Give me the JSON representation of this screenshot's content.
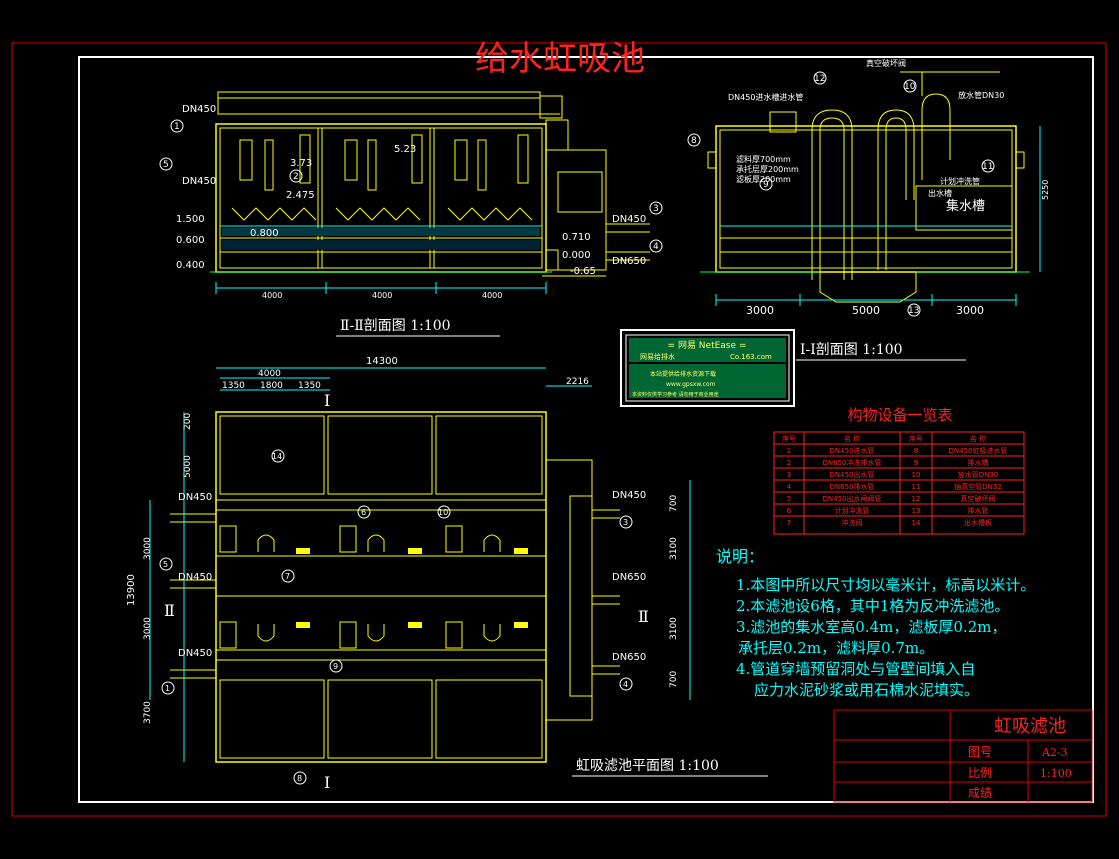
{
  "drawing": {
    "main_title": "给水虹吸池",
    "colors": {
      "background": "#000000",
      "frame": "#ffffff",
      "outer_border": "#e00000",
      "structure": "#ffff00",
      "dimension": "#00ffff",
      "annotation": "#ffffff",
      "table": "#ff2020",
      "notes": "#00ffff",
      "title_red": "#ff2020"
    }
  },
  "section_2": {
    "caption": "Ⅱ-Ⅱ剖面图  1:100",
    "pipe_labels": {
      "top_left": "DN450",
      "mid_left": "DN450",
      "right_a": "DN450",
      "right_b": "DN650"
    },
    "elevations": {
      "e1": "3.73",
      "e2": "5.23",
      "e3": "2.475",
      "e4": "1.500",
      "e5": "0.600",
      "e6": "0.800",
      "e7": "0.400",
      "e8": "0.710",
      "e9": "0.000",
      "e10": "-0.65"
    },
    "spans": [
      "4000",
      "4000",
      "4000"
    ],
    "callouts": [
      "1",
      "2",
      "5",
      "3",
      "4"
    ]
  },
  "section_1": {
    "caption": "Ⅰ-Ⅰ剖面图  1:100",
    "labels": {
      "inlet_pipe": "DN450进水槽进水管",
      "vacuum_valve": "真空破坏阀",
      "drain": "放水管DN30",
      "layer1": "滤料厚700mm",
      "layer2": "承托层厚200mm",
      "layer3": "滤板厚200mm",
      "siphon": "计划冲洗管",
      "outlet": "出水槽",
      "tank": "集水槽",
      "height": "5250"
    },
    "spans": [
      "3000",
      "5000",
      "3000"
    ],
    "callouts": [
      "8",
      "12",
      "10",
      "11",
      "9",
      "13"
    ]
  },
  "plan": {
    "caption": "虹吸滤池平面图  1:100",
    "top_dims": {
      "total": "14300",
      "cell": "4000",
      "d1": "1350",
      "d2": "1800",
      "d3": "1350",
      "offset": "2216"
    },
    "left_dims": {
      "total": "13900",
      "a": "200",
      "b": "5000",
      "c": "3000",
      "d": "3000",
      "e": "3700"
    },
    "right_dims": {
      "a": "700",
      "b": "3100",
      "c": "3100",
      "d": "700"
    },
    "pipes": {
      "l1": "DN450",
      "l2": "DN450",
      "l3": "DN450",
      "r1": "DN450",
      "r2": "DN650",
      "r3": "DN650"
    },
    "section_marks": {
      "top": "I",
      "bottom": "I",
      "left": "Ⅱ",
      "right": "Ⅱ"
    },
    "callouts": [
      "14",
      "6",
      "10",
      "7",
      "9",
      "8",
      "1",
      "5",
      "3",
      "4"
    ]
  },
  "stamp": {
    "line1": "= 网易 NetEase =",
    "line2": "网易给排水",
    "line3": "Co.163.com",
    "line4": "本站提供给排水资源下载",
    "line5": "www.gpsxw.com",
    "line6": "本资料仅供学习参考 请勿用于商业用途"
  },
  "equipment_table": {
    "title": "构物设备一览表",
    "headers": [
      "序号",
      "名  称",
      "序号",
      "名  称"
    ],
    "rows": [
      [
        "1",
        "DN450进水管",
        "8",
        "DN450虹吸进水管"
      ],
      [
        "2",
        "DN650冲洗排水管",
        "9",
        "排水槽"
      ],
      [
        "3",
        "DN450出水管",
        "10",
        "放水管DN30"
      ],
      [
        "4",
        "DN650排水管",
        "11",
        "抽真空管DN32"
      ],
      [
        "5",
        "DN450出水闸阀管",
        "12",
        "真空破坏阀"
      ],
      [
        "6",
        "计划冲洗管",
        "13",
        "排水管"
      ],
      [
        "7",
        "冲洗阀",
        "14",
        "出水槽板"
      ]
    ]
  },
  "notes": {
    "title": "说明：",
    "items": [
      "1.本图中所以尺寸均以毫米计，标高以米计。",
      "2.本滤池设6格，其中1格为反冲洗滤池。",
      "3.滤池的集水室高0.4m，滤板厚0.2m，",
      "承托层0.2m，滤料厚0.7m。",
      "4.管道穿墙预留洞处与管壁间填入自",
      "应力水泥砂浆或用石棉水泥填实。"
    ]
  },
  "title_block": {
    "name": "虹吸滤池",
    "drawing_no_label": "图号",
    "drawing_no": "A2-3",
    "scale_label": "比例",
    "scale": "1:100",
    "sheet_label": "成绩"
  }
}
